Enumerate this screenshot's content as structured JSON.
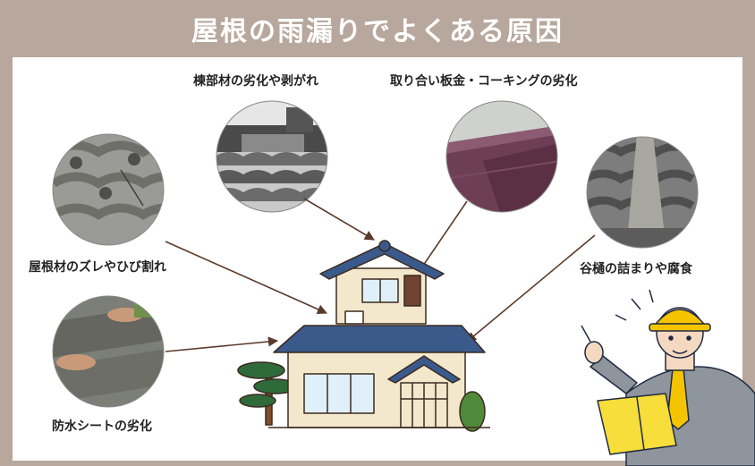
{
  "title": "屋根の雨漏りでよくある原因",
  "causes": [
    {
      "label": "棟部材の劣化や剥がれ"
    },
    {
      "label": "取り合い板金・コーキングの劣化"
    },
    {
      "label": "屋根材のズレやひび割れ"
    },
    {
      "label": "谷樋の詰まりや腐食"
    },
    {
      "label": "防水シートの劣化"
    }
  ],
  "colors": {
    "frame": "#b7a79c",
    "panel": "#ffffff",
    "arrow": "#5a3a2a",
    "roof": "#3a5a8c",
    "wall": "#f3e8cc",
    "helmet": "#f5c400"
  }
}
